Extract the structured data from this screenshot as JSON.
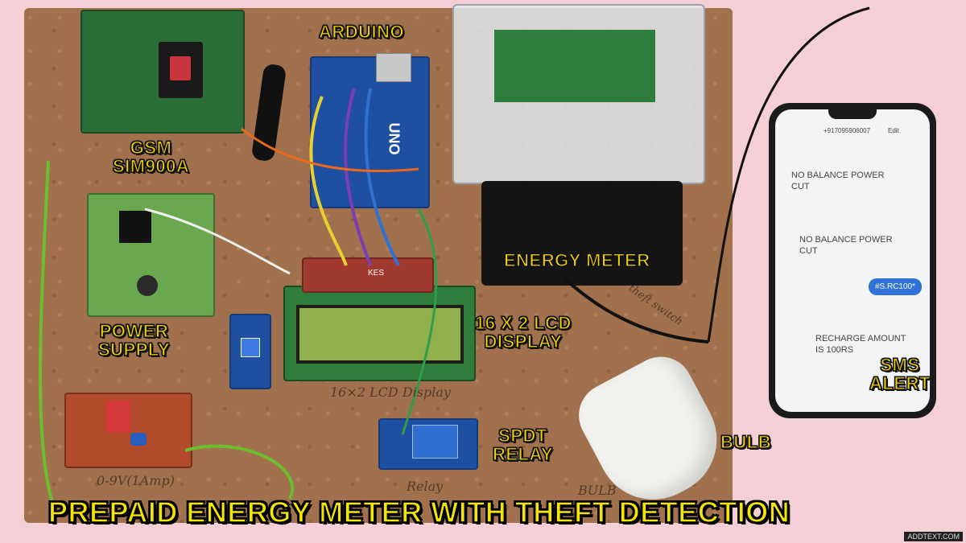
{
  "labels": {
    "arduino": "ARDUINO",
    "gsm_line1": "GSM",
    "gsm_line2": "SIM900A",
    "energy_meter": "ENERGY METER",
    "lcd_line1": "16 X 2 LCD",
    "lcd_line2": "DISPLAY",
    "power_line1": "POWER",
    "power_line2": "SUPPLY",
    "relay_line1": "SPDT",
    "relay_line2": "RELAY",
    "bulb": "BULB",
    "sms_line1": "SMS",
    "sms_line2": "ALERT"
  },
  "title": "PREPAID ENERGY METER WITH THEFT DETECTION",
  "handwritten": {
    "lcd": "16×2 LCD Display",
    "power": "0-9V(1Amp)",
    "relay": "Relay",
    "bulb": "BULB",
    "theft": "theft switch"
  },
  "phone": {
    "number": "+917095906007",
    "edit": "Edit",
    "msg1": "NO BALANCE   POWER CUT",
    "msg2": "NO BALANCE   POWER CUT",
    "outgoing": "#S.RC100*",
    "msg3": "RECHARGE    AMOUNT IS 100RS"
  },
  "lcd_pcb_text": "KES",
  "arduino_text": "UNO",
  "watermark": "ADDTEXT.COM",
  "colors": {
    "label_yellow": "#f4d400",
    "title_yellow": "#f4e600",
    "board": "#a0714c",
    "background": "#f4cfd6",
    "pcb_green": "#2f7d3a",
    "arduino_blue": "#1f4fa0",
    "lcd_green": "#8fb04a",
    "sms_bubble": "#2f73d8"
  }
}
